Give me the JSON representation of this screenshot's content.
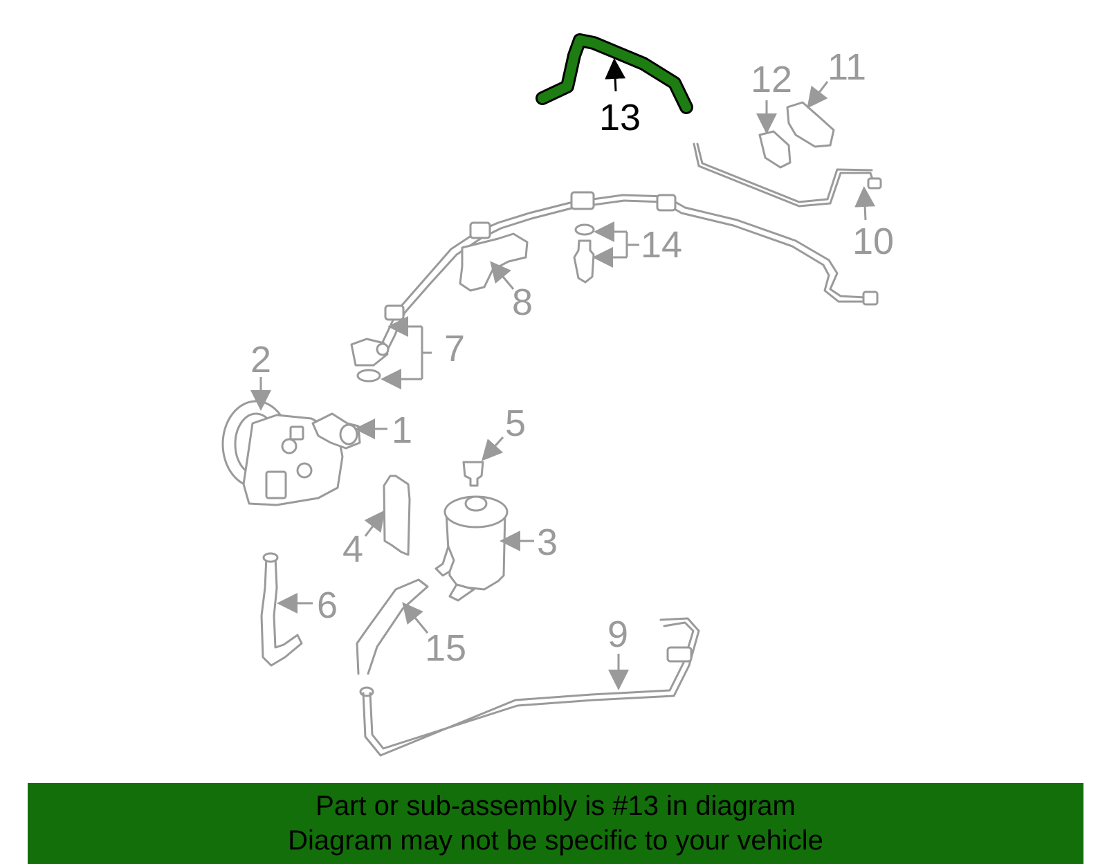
{
  "diagram": {
    "highlighted_part": "13",
    "highlight_color": "#1e7d12",
    "part_color": "#9a9a9a",
    "callouts": {
      "c1": "1",
      "c2": "2",
      "c3": "3",
      "c4": "4",
      "c5": "5",
      "c6": "6",
      "c7": "7",
      "c8": "8",
      "c9": "9",
      "c10": "10",
      "c11": "11",
      "c12": "12",
      "c13": "13",
      "c14": "14",
      "c15": "15"
    }
  },
  "footer": {
    "background_color": "#136f0a",
    "line1": "Part or sub-assembly is #13 in diagram",
    "line2": "Diagram may not be specific to your vehicle"
  }
}
